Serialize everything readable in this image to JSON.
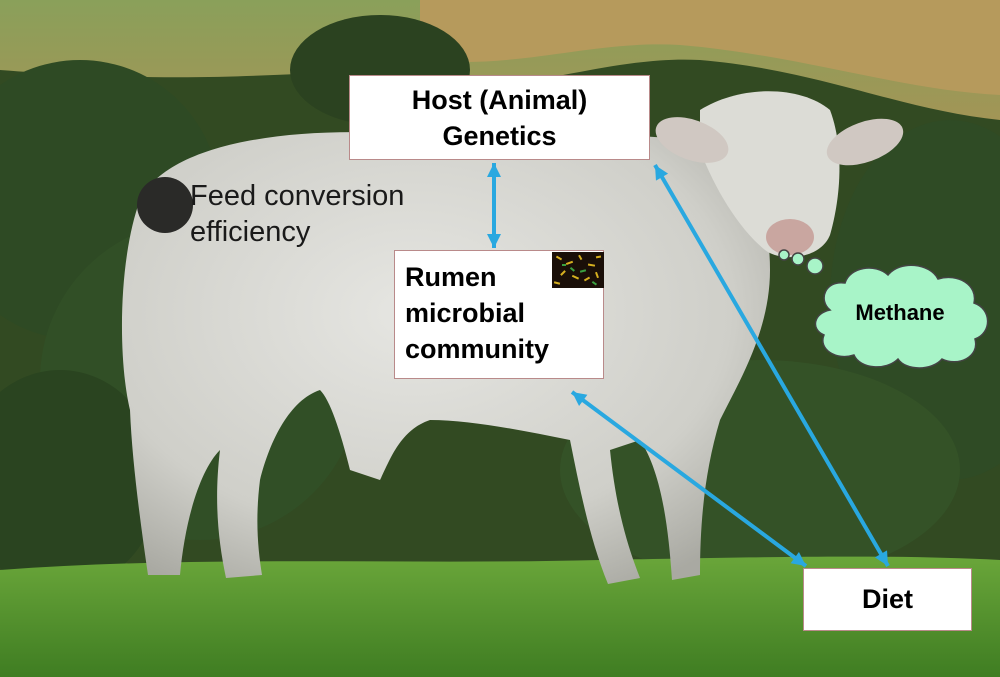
{
  "nodes": {
    "host": {
      "line1": "Host (Animal)",
      "line2": "Genetics"
    },
    "rumen": {
      "line1": "Rumen",
      "line2": "microbial",
      "line3": "community"
    },
    "diet": {
      "label": "Diet"
    },
    "methane": {
      "label": "Methane"
    }
  },
  "annotations": {
    "feed": {
      "line1": "Feed conversion",
      "line2": "efficiency"
    }
  },
  "colors": {
    "arrow": "#29a8e0",
    "cloud_fill": "#a8f4c8",
    "cloud_stroke": "#444444",
    "box_border": "#b98a8a"
  }
}
